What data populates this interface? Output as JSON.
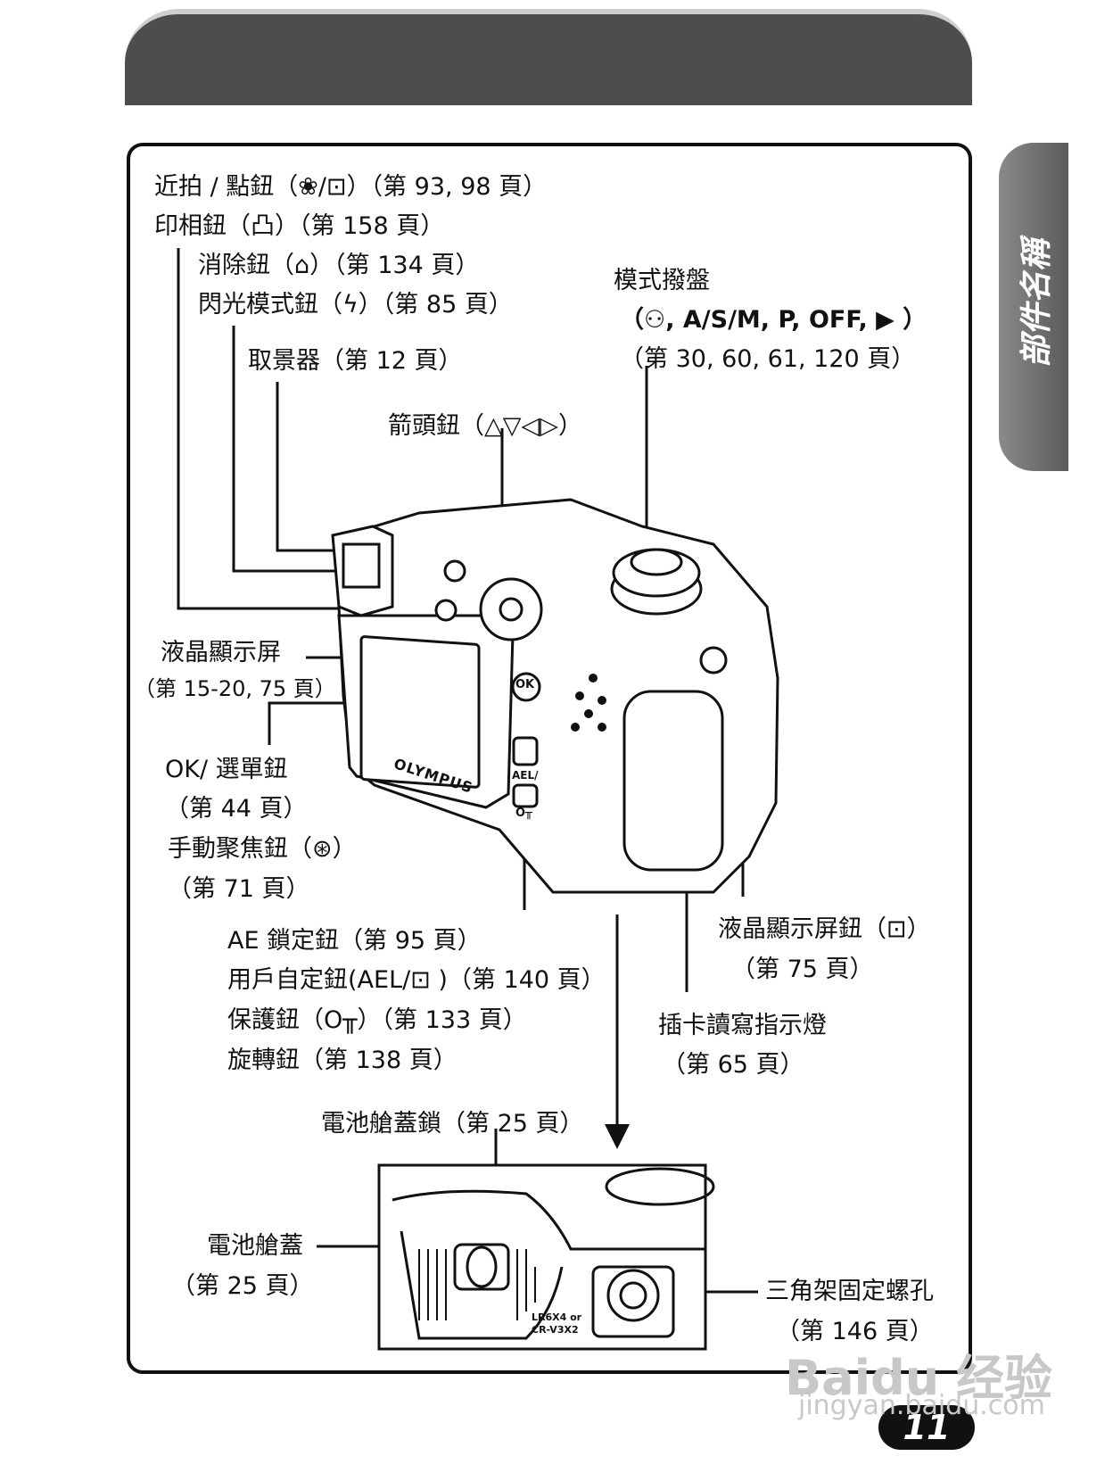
{
  "side_tab": "部件名稱",
  "page_number": "11",
  "labels": {
    "macro_spot": "近拍 / 點鈕（❀/⊡）（第 93, 98 頁）",
    "print": "印相鈕（凸）（第 158 頁）",
    "erase": "消除鈕（⌂）（第 134 頁）",
    "flash": "閃光模式鈕（ϟ）（第 85 頁）",
    "viewfinder": "取景器（第 12 頁）",
    "arrows": "箭頭鈕（△▽◁▷）",
    "mode_dial_1": "模式撥盤",
    "mode_dial_2": "（⚇, A/S/M, P, OFF, ▶ ）",
    "mode_dial_3": "（第 30, 60, 61, 120 頁）",
    "lcd_1": "液晶顯示屏",
    "lcd_2": "（第 15-20, 75 頁）",
    "ok_1": "OK/ 選單鈕",
    "ok_2": "（第 44 頁）",
    "mf_1": "手動聚焦鈕（⊛）",
    "mf_2": "（第 71 頁）",
    "ae_1": "AE 鎖定鈕（第 95 頁）",
    "ae_2": "用戶自定鈕(AEL/⊡ )（第 140 頁）",
    "ae_3": "保護鈕（O╥）（第 133 頁）",
    "ae_4": "旋轉鈕（第 138 頁）",
    "lcd_btn_1": "液晶顯示屏鈕（⊡）",
    "lcd_btn_2": "（第 75 頁）",
    "card_1": "插卡讀寫指示燈",
    "card_2": "（第 65 頁）",
    "battery_lock": "電池艙蓋鎖（第 25 頁）",
    "battery_cover_1": "電池艙蓋",
    "battery_cover_2": "（第 25 頁）",
    "tripod_1": "三角架固定螺孔",
    "tripod_2": "（第 146 頁）"
  },
  "camera": {
    "brand": "OLYMPUS",
    "ok_button": "OK",
    "ael_text": "AEL/",
    "on_text": "O╥",
    "battery_text_1": "LR6X4 or",
    "battery_text_2": "CR-V3X2"
  },
  "watermark": {
    "logo": "Baidu 经验",
    "url": "jingyan.baidu.com"
  }
}
